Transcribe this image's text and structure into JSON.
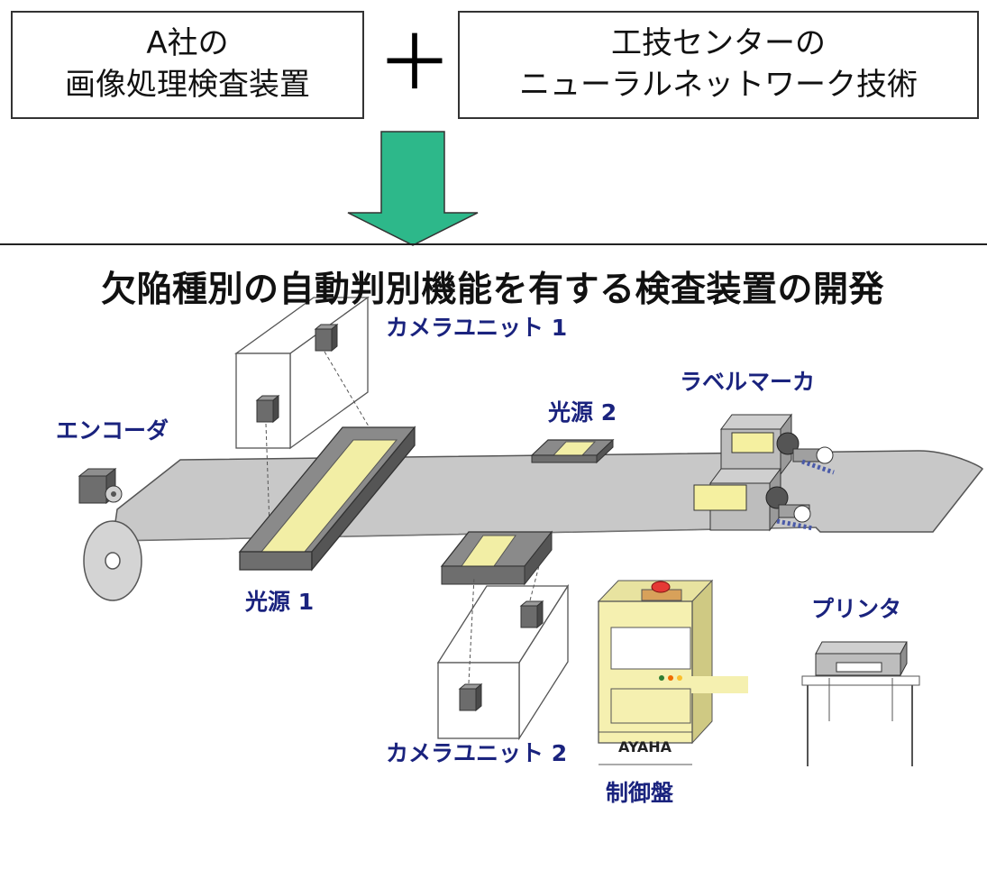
{
  "top_boxes": {
    "left": {
      "line1": "A社の",
      "line2": "画像処理検査装置"
    },
    "plus": "＋",
    "right": {
      "line1": "工技センターの",
      "line2": "ニューラルネットワーク技術"
    }
  },
  "headline": "欠陥種別の自動判別機能を有する検査装置の開発",
  "labels": {
    "camera1": "カメラユニット 1",
    "camera2": "カメラユニット 2",
    "label_marker": "ラベルマーカ",
    "encoder": "エンコーダ",
    "light1": "光源 1",
    "light2": "光源 2",
    "printer": "プリンタ",
    "control_panel": "制御盤",
    "brand": "AYAHA"
  },
  "colors": {
    "arrow": "#2db88a",
    "belt": "#c8c8c8",
    "light_strip": "#f2eea5",
    "panel": "#f5f0b0",
    "label": "#1a237e"
  }
}
